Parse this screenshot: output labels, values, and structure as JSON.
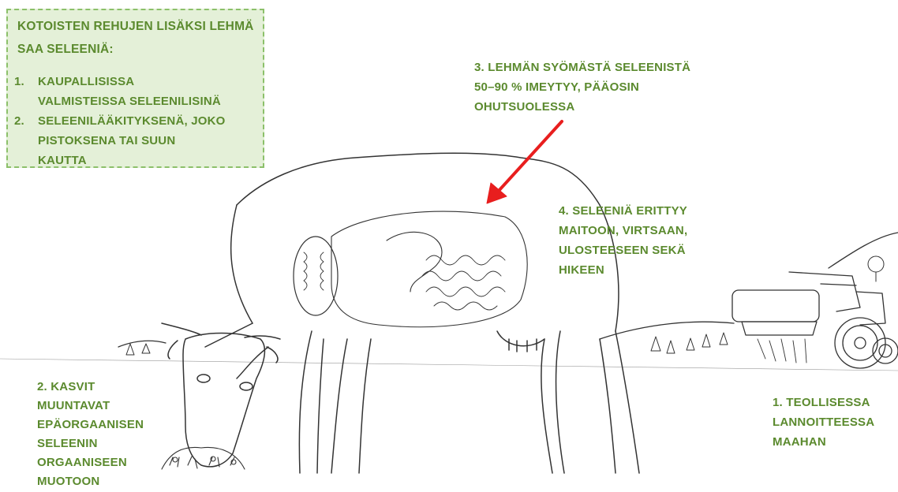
{
  "info_box": {
    "title": "KOTOISTEN REHUJEN LISÄKSI LEHMÄ SAA SELEENIÄ:",
    "items": [
      {
        "num": "1.",
        "lines": [
          "KAUPALLISISSA",
          "VALMISTEISSA SELEENILISINÄ"
        ]
      },
      {
        "num": "2.",
        "lines": [
          "SELEENILÄÄKITYKSENÄ, JOKO",
          "PISTOKSENA TAI SUUN",
          "KAUTTA"
        ]
      }
    ]
  },
  "step1": [
    "1. TEOLLISESSA",
    "LANNOITTEESSA",
    "MAAHAN"
  ],
  "step2": [
    "2. KASVIT",
    "MUUNTAVAT",
    "EPÄORGAANISEN",
    "SELEENIN",
    "ORGAANISEEN",
    "MUOTOON"
  ],
  "step3": [
    "3. LEHMÄN SYÖMÄSTÄ SELEENISTÄ",
    "50–90 % IMEYTYY, PÄÄOSIN",
    "OHUTSUOLESSA"
  ],
  "step4": [
    "4. SELEENIÄ ERITTYY",
    "MAITOON, VIRTSAAN,",
    "ULOSTEESEEN SEKÄ",
    "HIKEEN"
  ],
  "colors": {
    "text": "#5b8a2e",
    "box_fill": "#e4f0d8",
    "box_border": "#8cc06a",
    "arrow": "#e81e1e",
    "sketch": "#333333"
  }
}
